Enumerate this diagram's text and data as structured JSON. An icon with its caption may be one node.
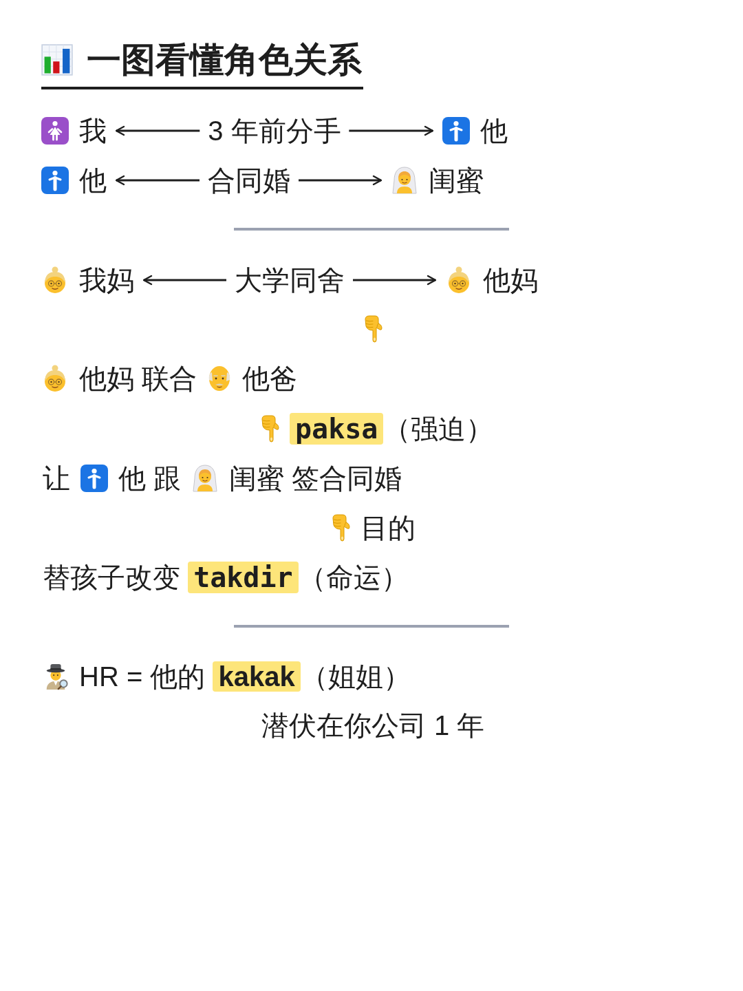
{
  "diagram": {
    "title": "一图看懂角色关系",
    "nodes": [
      {
        "text": [
          "我"
        ]
      },
      {
        "text": [
          "他"
        ]
      },
      {
        "text": [
          "他"
        ]
      },
      {
        "text": [
          "闺蜜"
        ]
      },
      {
        "text": [
          "我妈"
        ]
      },
      {
        "text": [
          "他妈"
        ]
      }
    ],
    "edges": [
      {
        "from": 0,
        "to": 1,
        "arrow": "both",
        "label": "3 年前分手"
      },
      {
        "from": 2,
        "to": 3,
        "arrow": "both",
        "label": "合同婚"
      },
      {
        "from": 4,
        "to": 5,
        "arrow": "both",
        "label": "大学同舍"
      }
    ],
    "labels": [
      "他妈 联合",
      "他爸",
      "**paksa**（强迫）",
      "让",
      "他 跟",
      "闺蜜 签合同婚",
      "目的",
      "替孩子改变 **takdir**（命运）",
      "HR = 他的 **kakak**（姐姐）",
      "潜伏在你公司 1 年"
    ]
  }
}
